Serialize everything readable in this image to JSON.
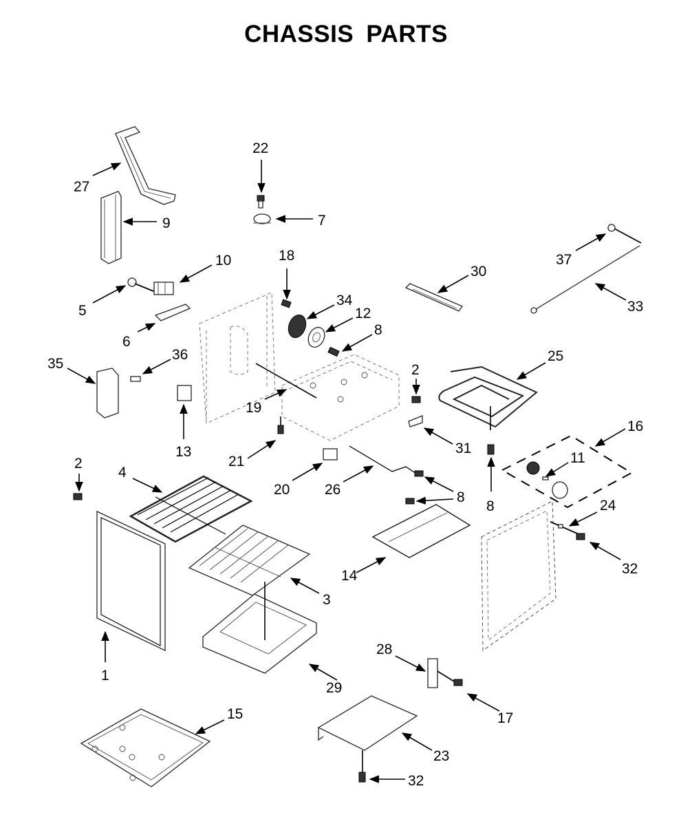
{
  "title": "CHASSIS PARTS",
  "callouts": [
    {
      "id": "c27",
      "label": "27"
    },
    {
      "id": "c9",
      "label": "9"
    },
    {
      "id": "c22",
      "label": "22"
    },
    {
      "id": "c7",
      "label": "7"
    },
    {
      "id": "c10",
      "label": "10"
    },
    {
      "id": "c5",
      "label": "5"
    },
    {
      "id": "c6",
      "label": "6"
    },
    {
      "id": "c18",
      "label": "18"
    },
    {
      "id": "c34",
      "label": "34"
    },
    {
      "id": "c12",
      "label": "12"
    },
    {
      "id": "c8a",
      "label": "8"
    },
    {
      "id": "c30",
      "label": "30"
    },
    {
      "id": "c37",
      "label": "37"
    },
    {
      "id": "c33",
      "label": "33"
    },
    {
      "id": "c35",
      "label": "35"
    },
    {
      "id": "c36",
      "label": "36"
    },
    {
      "id": "c19",
      "label": "19"
    },
    {
      "id": "c13",
      "label": "13"
    },
    {
      "id": "c21",
      "label": "21"
    },
    {
      "id": "c2a",
      "label": "2"
    },
    {
      "id": "c25",
      "label": "25"
    },
    {
      "id": "c31",
      "label": "31"
    },
    {
      "id": "c16",
      "label": "16"
    },
    {
      "id": "c11",
      "label": "11"
    },
    {
      "id": "c8b",
      "label": "8"
    },
    {
      "id": "c2b",
      "label": "2"
    },
    {
      "id": "c4",
      "label": "4"
    },
    {
      "id": "c20",
      "label": "20"
    },
    {
      "id": "c26",
      "label": "26"
    },
    {
      "id": "c8c",
      "label": "8"
    },
    {
      "id": "c24",
      "label": "24"
    },
    {
      "id": "c14",
      "label": "14"
    },
    {
      "id": "c32a",
      "label": "32"
    },
    {
      "id": "c3",
      "label": "3"
    },
    {
      "id": "c1",
      "label": "1"
    },
    {
      "id": "c29",
      "label": "29"
    },
    {
      "id": "c28",
      "label": "28"
    },
    {
      "id": "c17",
      "label": "17"
    },
    {
      "id": "c15",
      "label": "15"
    },
    {
      "id": "c23",
      "label": "23"
    },
    {
      "id": "c32b",
      "label": "32"
    }
  ]
}
